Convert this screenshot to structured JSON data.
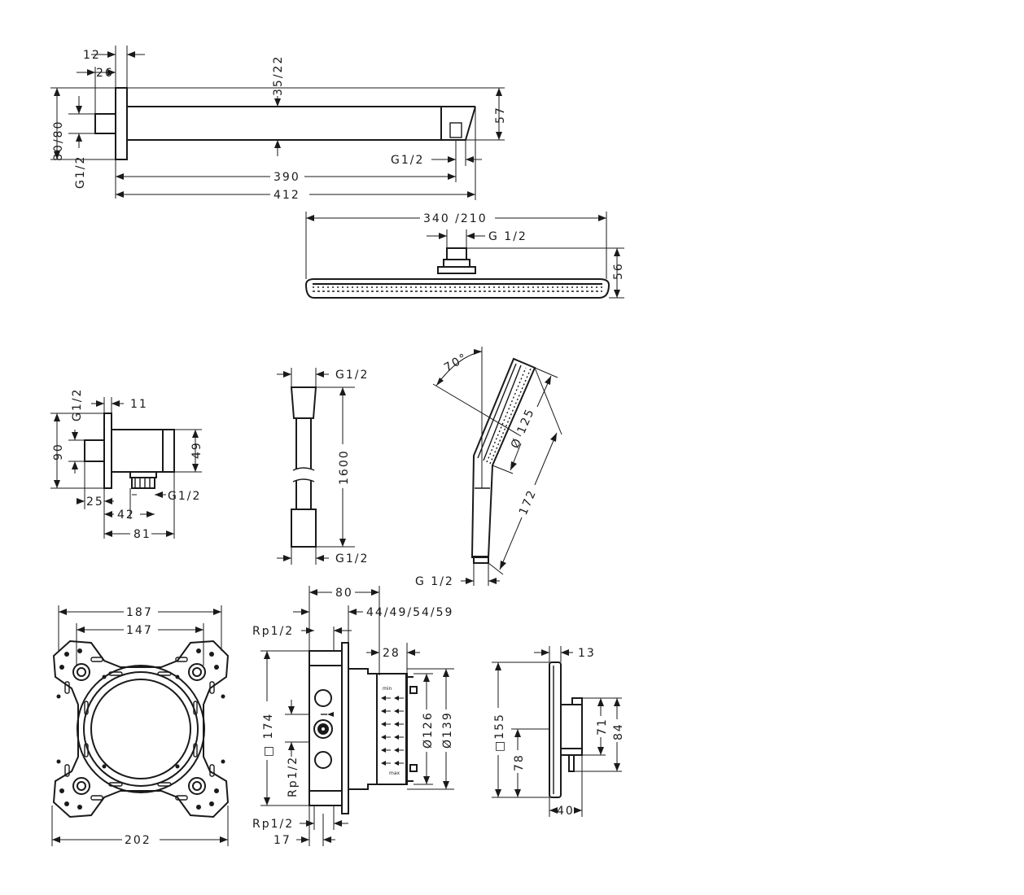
{
  "shower_arm": {
    "dim_12": "12",
    "dim_26": "26",
    "dim_35_22": "35/22",
    "dim_80_80": "80/80",
    "g_left": "G1/2",
    "g_right": "G1/2",
    "dim_57": "57",
    "dim_390": "390",
    "dim_412": "412"
  },
  "overhead_shower": {
    "dim_340_210": "340 /210",
    "g": "G 1/2",
    "dim_56": "56"
  },
  "wall_outlet": {
    "g_top": "G1/2",
    "dim_11": "11",
    "dim_90": "90",
    "dim_49": "49",
    "dim_25": "25",
    "g_right": "G1/2",
    "dim_42": "42",
    "dim_81": "81"
  },
  "hose": {
    "g_top": "G1/2",
    "dim_1600": "1600",
    "g_bottom": "G1/2"
  },
  "hand_shower": {
    "angle": "70°",
    "dim_125": "Ø 125",
    "dim_172": "172",
    "g": "G 1/2"
  },
  "mounting_plate": {
    "dim_187": "187",
    "dim_147": "147",
    "dim_202": "202"
  },
  "basic_set": {
    "dim_80": "80",
    "dim_44_59": "44/49/54/59",
    "rp_top": "Rp1/2",
    "dim_28": "28",
    "dim_174": "□ 174",
    "rp_mid": "Rp1/2",
    "dim_126": "Ø126",
    "dim_139": "Ø139",
    "rp_bottom": "Rp1/2",
    "dim_17": "17",
    "label_min": "min",
    "label_max": "max"
  },
  "trim": {
    "dim_13": "13",
    "dim_155": "□155",
    "dim_78": "78",
    "dim_71": "71",
    "dim_84": "84",
    "dim_40": "40"
  }
}
